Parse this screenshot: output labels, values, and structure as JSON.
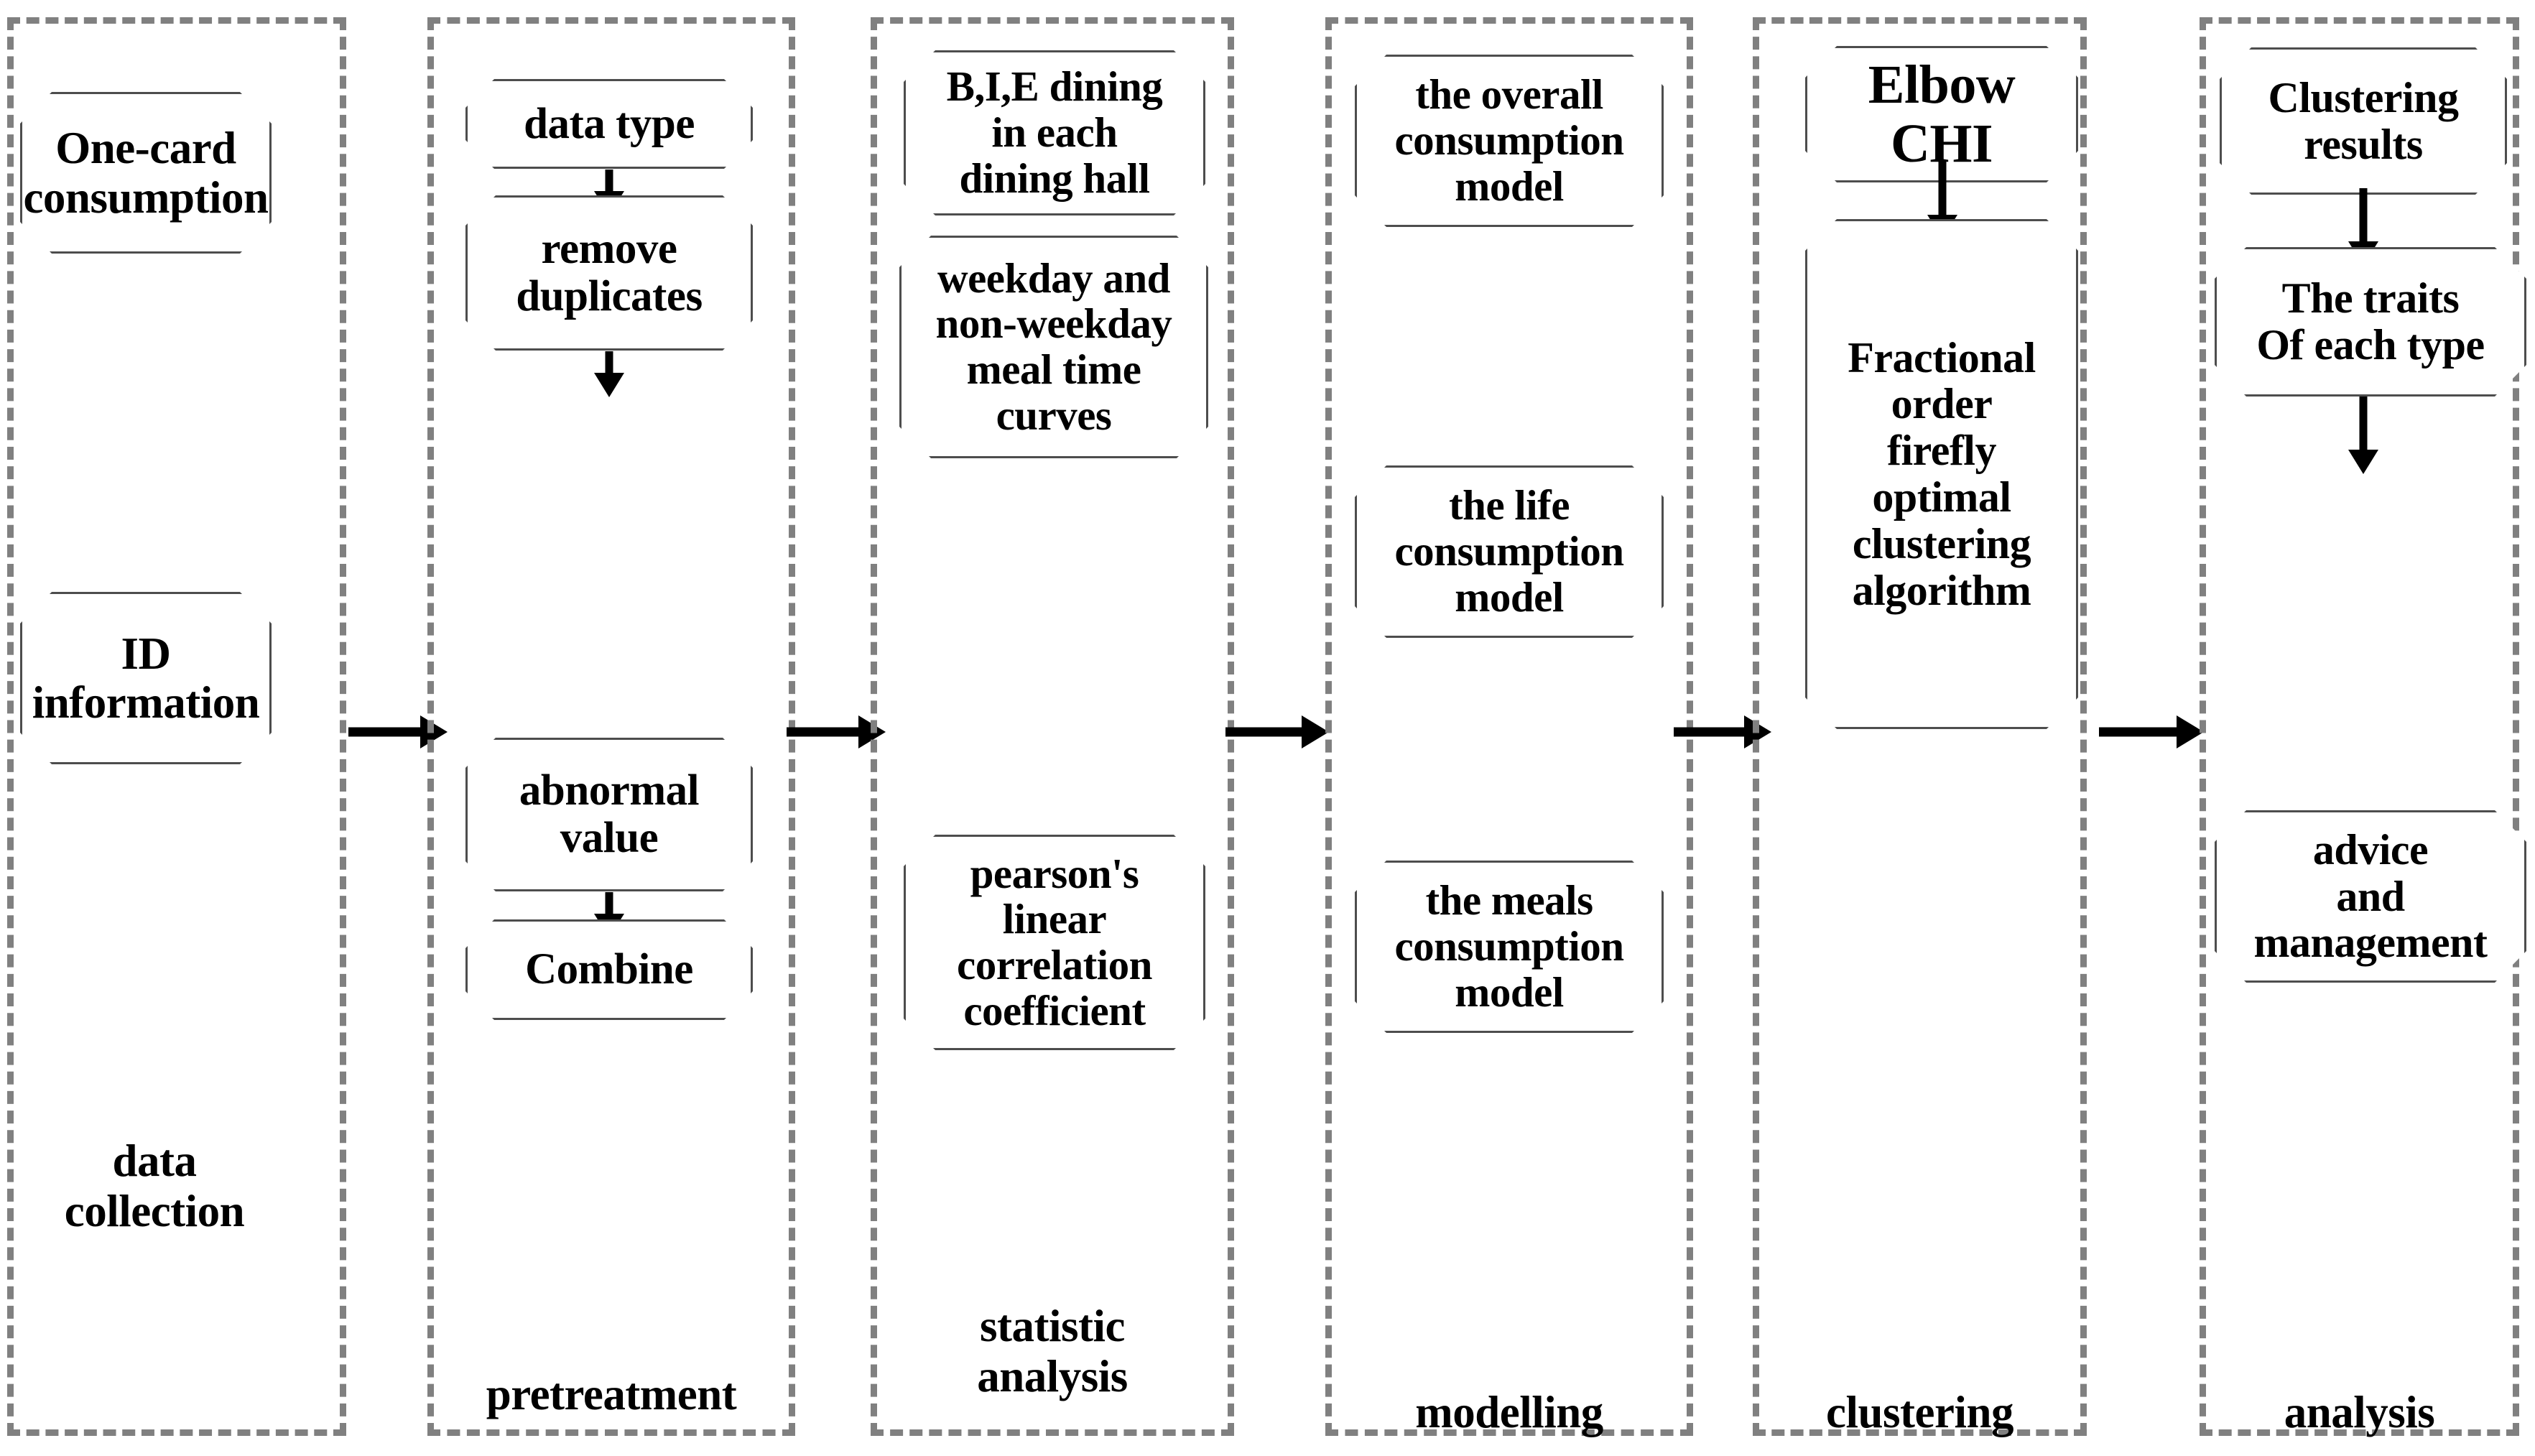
{
  "diagram": {
    "title": "student one-card consumption analysis workflow",
    "stages": [
      {
        "id": "data-collection",
        "caption": "data\ncollection",
        "nodes": [
          {
            "id": "one-card-consumption",
            "label": "One-card\nconsumption"
          },
          {
            "id": "id-information",
            "label": "ID\ninformation"
          }
        ]
      },
      {
        "id": "pretreatment",
        "caption": "pretreatment",
        "nodes": [
          {
            "id": "data-type",
            "label": "data type"
          },
          {
            "id": "remove-duplicates",
            "label": "remove\nduplicates"
          },
          {
            "id": "abnormal-value",
            "label": "abnormal\nvalue"
          },
          {
            "id": "combine",
            "label": "Combine"
          }
        ]
      },
      {
        "id": "statistic-analysis",
        "caption": "statistic\nanalysis",
        "nodes": [
          {
            "id": "bie-dining",
            "label": "B,I,E dining\nin each\ndining hall"
          },
          {
            "id": "meal-time-curves",
            "label": "weekday and\nnon-weekday\nmeal time\ncurves"
          },
          {
            "id": "pearson-coefficient",
            "label": "pearson's\nlinear\ncorrelation\ncoefficient"
          }
        ]
      },
      {
        "id": "modelling",
        "caption": "modelling",
        "nodes": [
          {
            "id": "overall-consumption-model",
            "label": "the overall\nconsumption\nmodel"
          },
          {
            "id": "life-consumption-model",
            "label": "the life\nconsumption\nmodel"
          },
          {
            "id": "meals-consumption-model",
            "label": "the meals\nconsumption\nmodel"
          }
        ]
      },
      {
        "id": "clustering",
        "caption": "clustering",
        "nodes": [
          {
            "id": "elbow-chi",
            "label": "Elbow\nCHI"
          },
          {
            "id": "fractional-order-firefly",
            "label": "Fractional\norder\nfirefly\noptimal\nclustering\nalgorithm"
          }
        ]
      },
      {
        "id": "analysis",
        "caption": "analysis",
        "nodes": [
          {
            "id": "clustering-results",
            "label": "Clustering\nresults"
          },
          {
            "id": "traits-each-type",
            "label": "The traits\nOf each type"
          },
          {
            "id": "advice-management",
            "label": "advice\nand\nmanagement"
          }
        ]
      }
    ],
    "colors": {
      "stage_border": "#808080",
      "node_border": "#4d4d4d",
      "arrow": "#000000",
      "text": "#000000",
      "background": "#ffffff"
    }
  }
}
